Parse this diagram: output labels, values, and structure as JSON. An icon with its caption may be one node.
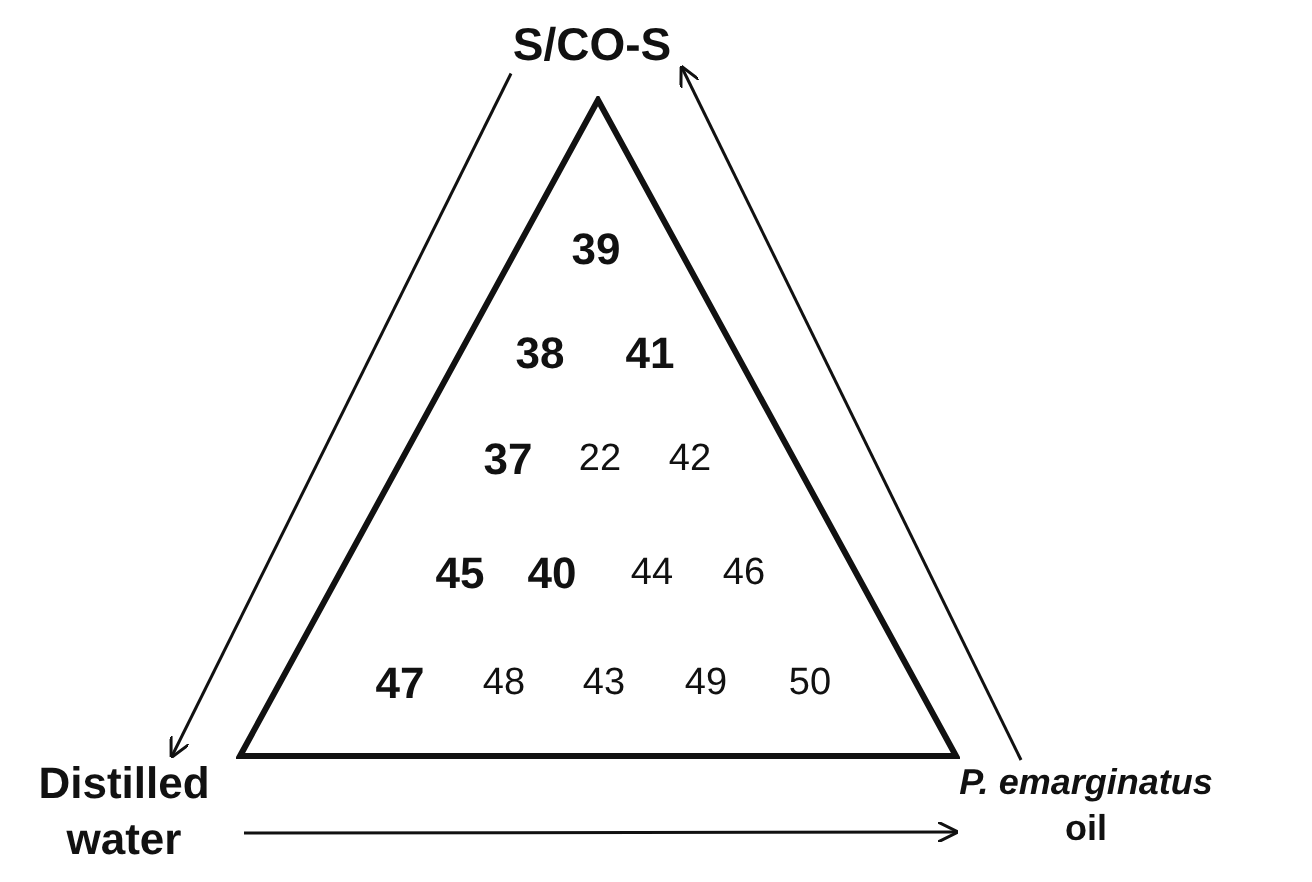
{
  "diagram": {
    "nodes": [
      {
        "text": [
          "S/CO-S"
        ]
      },
      {
        "text": [
          "Distilled water"
        ]
      },
      {
        "text": [
          "*P. emarginatus* oil"
        ]
      },
      {
        "text": [],
        "shape": "triangle"
      }
    ],
    "edges": [
      {
        "from": 0,
        "to": 1,
        "arrow": "to"
      },
      {
        "from": 1,
        "to": 2,
        "arrow": "to"
      },
      {
        "from": 2,
        "to": 0,
        "arrow": "to"
      }
    ],
    "labels": [
      "39",
      "38",
      "41",
      "37",
      "22",
      "42",
      "45",
      "40",
      "44",
      "46",
      "47",
      "48",
      "43",
      "49",
      "50"
    ]
  }
}
